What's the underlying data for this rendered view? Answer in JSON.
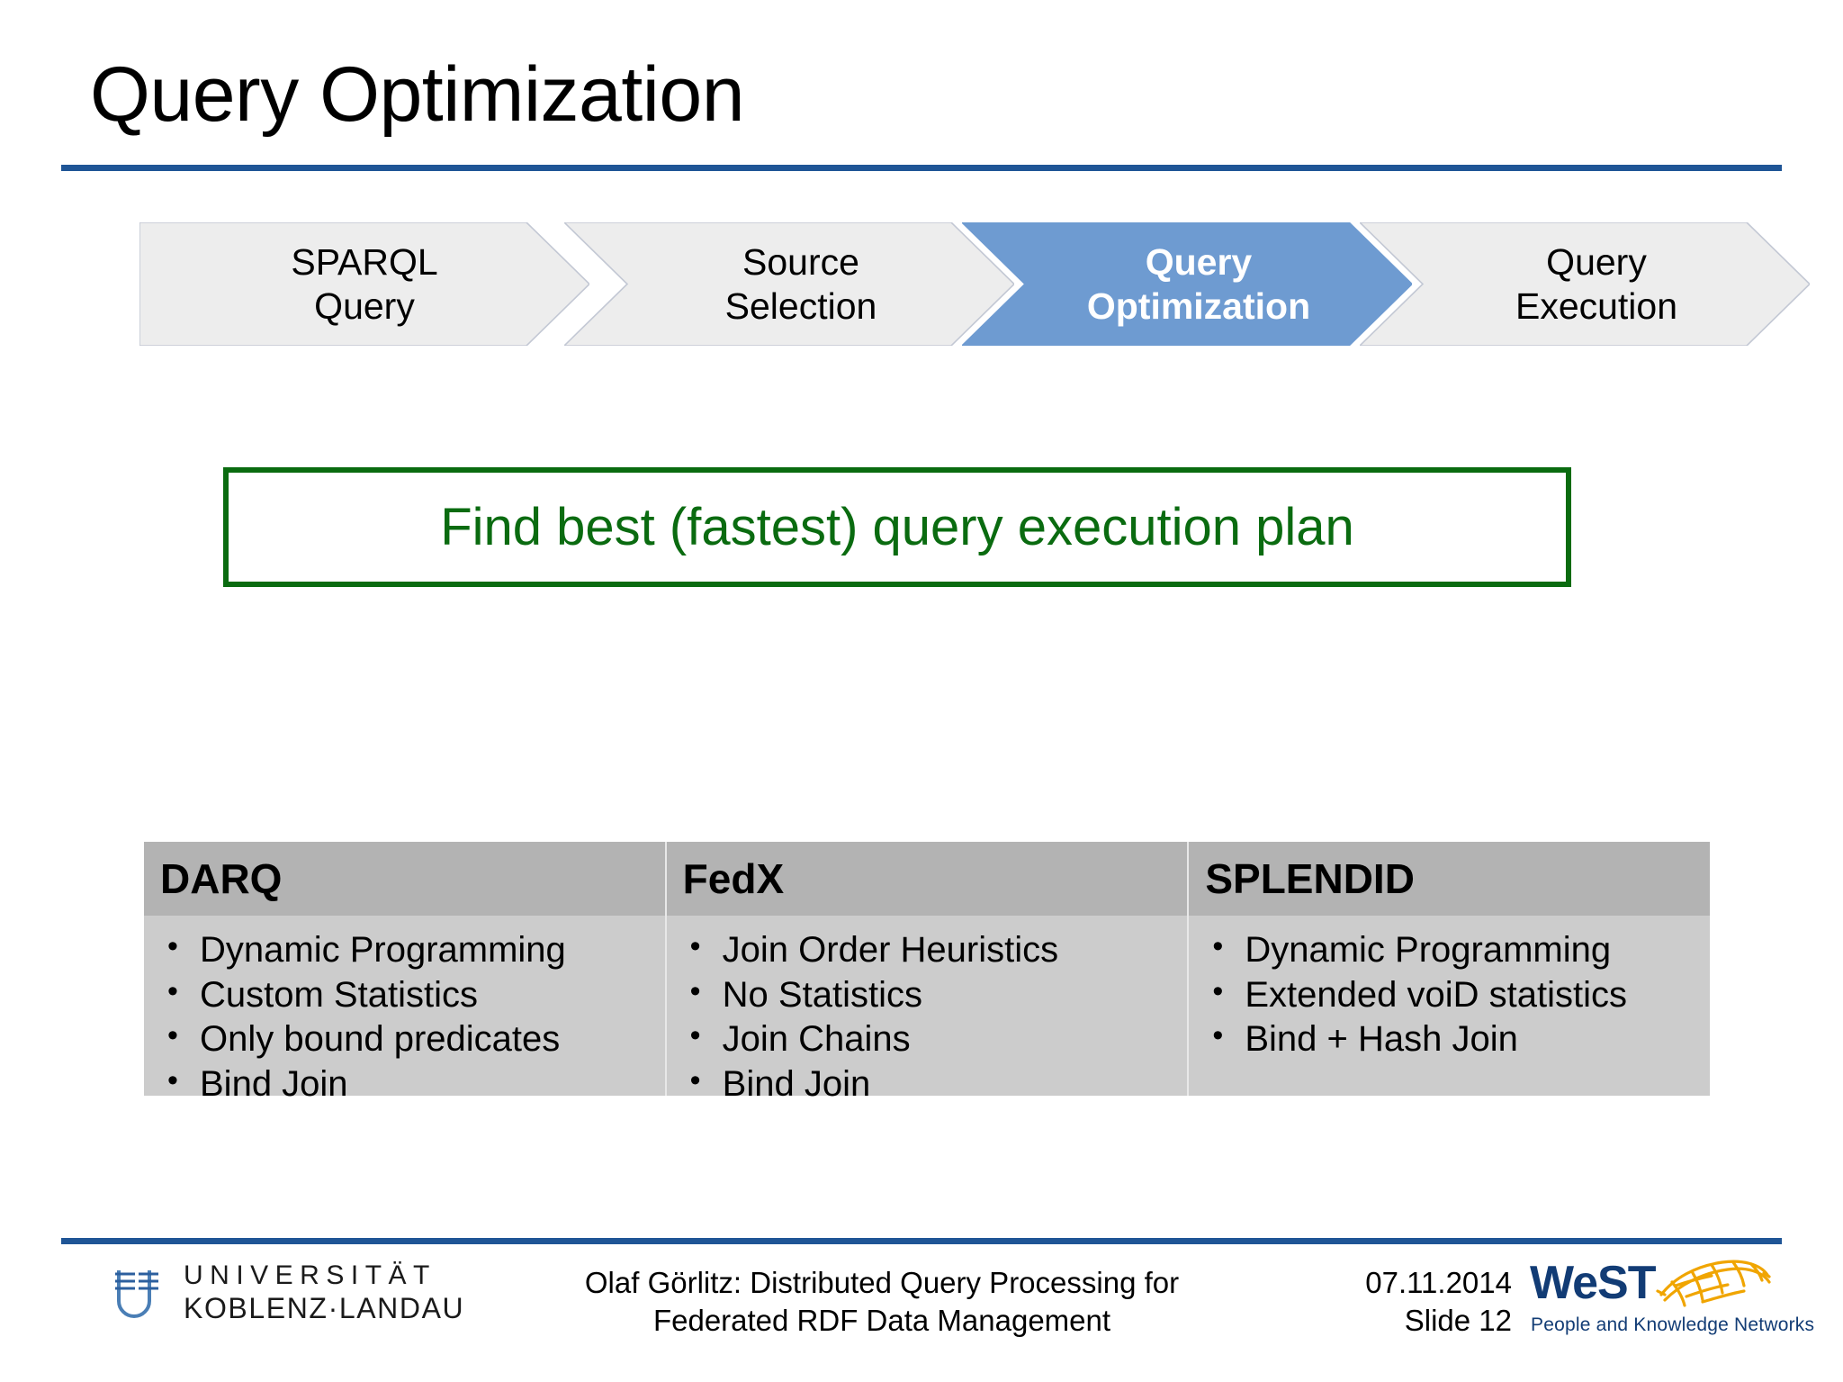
{
  "slide": {
    "title": "Query Optimization",
    "accent_blue": "#1F5596",
    "highlight_blue": "#6E9BD1",
    "green": "#0A6B10",
    "table_header_gray": "#B3B3B3",
    "table_body_gray": "#CCCCCC"
  },
  "flow": {
    "steps": [
      {
        "label_line1": "SPARQL",
        "label_line2": "Query",
        "active": false
      },
      {
        "label_line1": "Source",
        "label_line2": "Selection",
        "active": false
      },
      {
        "label_line1": "Query",
        "label_line2": "Optimization",
        "active": true
      },
      {
        "label_line1": "Query",
        "label_line2": "Execution",
        "active": false
      }
    ]
  },
  "callout": {
    "text": "Find best (fastest) query execution plan"
  },
  "table": {
    "headers": [
      "DARQ",
      "FedX",
      "SPLENDID"
    ],
    "columns": [
      [
        "Dynamic Programming",
        "Custom Statistics",
        "Only bound predicates",
        "Bind Join"
      ],
      [
        "Join Order Heuristics",
        "No Statistics",
        "Join Chains",
        "Bind Join"
      ],
      [
        "Dynamic Programming",
        "Extended voiD statistics",
        "Bind + Hash Join"
      ]
    ]
  },
  "footer": {
    "author_line1": "Olaf Görlitz: Distributed Query Processing for",
    "author_line2": "Federated RDF Data Management",
    "date": "07.11.2014",
    "slide_number": "Slide 12",
    "university_line1": "UNIVERSITÄT",
    "university_line2": "KOBLENZ·LANDAU",
    "west_name": "WeST",
    "west_tagline": "People and Knowledge Networks"
  }
}
